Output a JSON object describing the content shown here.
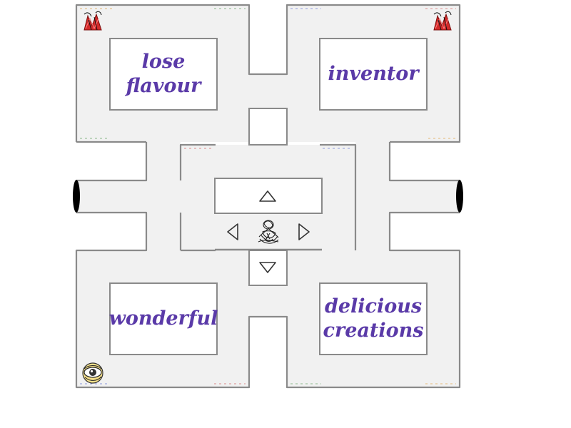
{
  "rooms": {
    "top_left": {
      "word": "lose\nflavour"
    },
    "top_right": {
      "word": "inventor"
    },
    "bottom_left": {
      "word": "wonderful"
    },
    "bottom_right": {
      "word": "delicious\ncreations"
    }
  },
  "controls": {
    "up": "arrow-up-icon",
    "down": "arrow-down-icon",
    "left": "arrow-left-icon",
    "right": "arrow-right-icon"
  },
  "colors": {
    "corridor": "#f1f1f1",
    "wall": "#8a8a8a",
    "word": "#5a3aa8",
    "ghost": "#d42a2a",
    "portal": "#000000",
    "eye_ring": "#e3b82d"
  }
}
